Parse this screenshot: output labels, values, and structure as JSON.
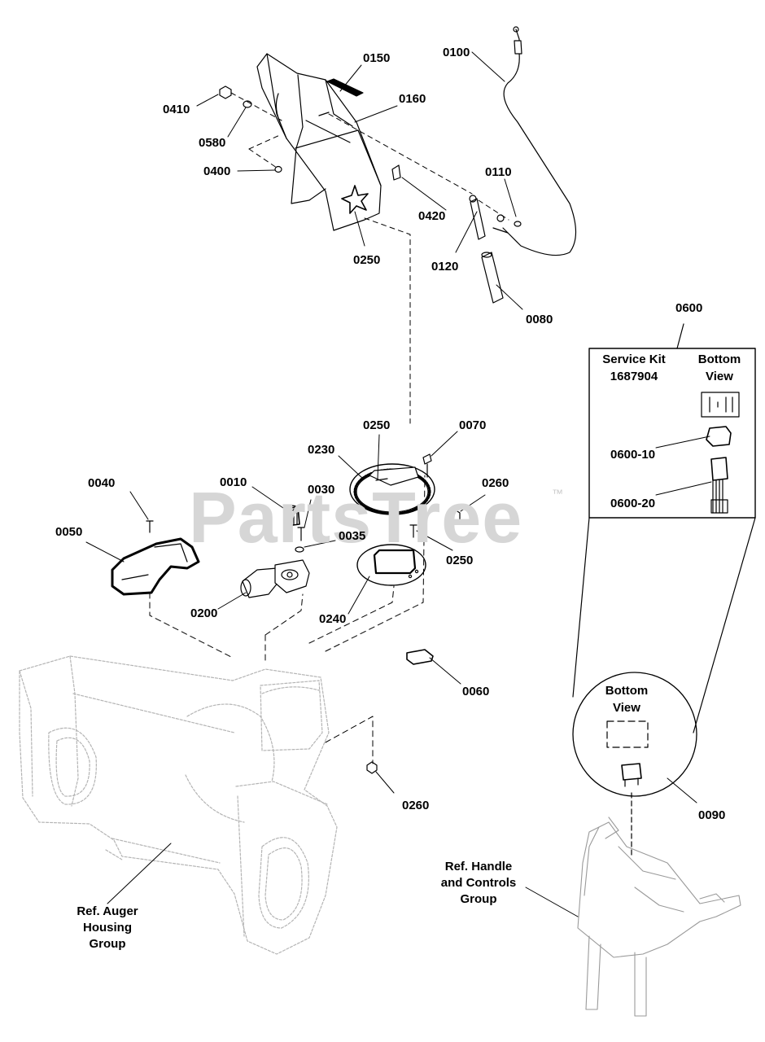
{
  "watermark": {
    "text": "PartsTree",
    "tm": "™"
  },
  "kit": {
    "heading_left": "Service Kit",
    "heading_left_number": "1687904",
    "heading_right": "Bottom",
    "heading_right_2": "View"
  },
  "switch_inset": {
    "heading_1": "Bottom",
    "heading_2": "View"
  },
  "references": {
    "auger": [
      "Ref. Auger",
      "Housing",
      "Group"
    ],
    "handle": [
      "Ref. Handle",
      "and Controls",
      "Group"
    ]
  },
  "parts": {
    "p0100": "0100",
    "p0150": "0150",
    "p0410": "0410",
    "p0160": "0160",
    "p0580": "0580",
    "p0400": "0400",
    "p0110": "0110",
    "p0420": "0420",
    "p0250_top": "0250",
    "p0120": "0120",
    "p0080": "0080",
    "p0600": "0600",
    "p0600_10": "0600-10",
    "p0600_20": "0600-20",
    "p0250_ring": "0250",
    "p0070": "0070",
    "p0230": "0230",
    "p0260_upper": "0260",
    "p0040": "0040",
    "p0010": "0010",
    "p0030": "0030",
    "p0050": "0050",
    "p0035": "0035",
    "p0250_right": "0250",
    "p0200": "0200",
    "p0240": "0240",
    "p0060": "0060",
    "p0260_lower": "0260",
    "p0090": "0090"
  }
}
